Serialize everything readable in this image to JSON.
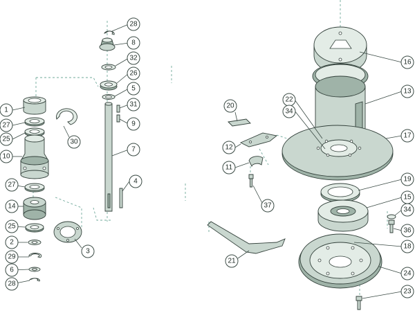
{
  "diagram": {
    "callouts": [
      {
        "id": "c1",
        "label": "1"
      },
      {
        "id": "c27a",
        "label": "27"
      },
      {
        "id": "c25a",
        "label": "25"
      },
      {
        "id": "c10",
        "label": "10"
      },
      {
        "id": "c30",
        "label": "30"
      },
      {
        "id": "c27b",
        "label": "27"
      },
      {
        "id": "c14",
        "label": "14"
      },
      {
        "id": "c25b",
        "label": "25"
      },
      {
        "id": "c2",
        "label": "2"
      },
      {
        "id": "c29",
        "label": "29"
      },
      {
        "id": "c6",
        "label": "6"
      },
      {
        "id": "c28a",
        "label": "28"
      },
      {
        "id": "c3",
        "label": "3"
      },
      {
        "id": "c28b",
        "label": "28"
      },
      {
        "id": "c8",
        "label": "8"
      },
      {
        "id": "c32",
        "label": "32"
      },
      {
        "id": "c26",
        "label": "26"
      },
      {
        "id": "c5",
        "label": "5"
      },
      {
        "id": "c31",
        "label": "31"
      },
      {
        "id": "c9",
        "label": "9"
      },
      {
        "id": "c7",
        "label": "7"
      },
      {
        "id": "c4",
        "label": "4"
      },
      {
        "id": "c20",
        "label": "20"
      },
      {
        "id": "c12",
        "label": "12"
      },
      {
        "id": "c11",
        "label": "11"
      },
      {
        "id": "c37",
        "label": "37"
      },
      {
        "id": "c21",
        "label": "21"
      },
      {
        "id": "c22",
        "label": "22"
      },
      {
        "id": "c34a",
        "label": "34"
      },
      {
        "id": "c16",
        "label": "16"
      },
      {
        "id": "c13",
        "label": "13"
      },
      {
        "id": "c17",
        "label": "17"
      },
      {
        "id": "c19",
        "label": "19"
      },
      {
        "id": "c15",
        "label": "15"
      },
      {
        "id": "c34b",
        "label": "34"
      },
      {
        "id": "c36",
        "label": "36"
      },
      {
        "id": "c18",
        "label": "18"
      },
      {
        "id": "c24",
        "label": "24"
      },
      {
        "id": "c23",
        "label": "23"
      }
    ]
  },
  "colors": {
    "part_fill": "#c9d7cf",
    "part_shadow": "#9fb3a8",
    "guide_line": "#6fa89a",
    "outline": "#33413b"
  }
}
